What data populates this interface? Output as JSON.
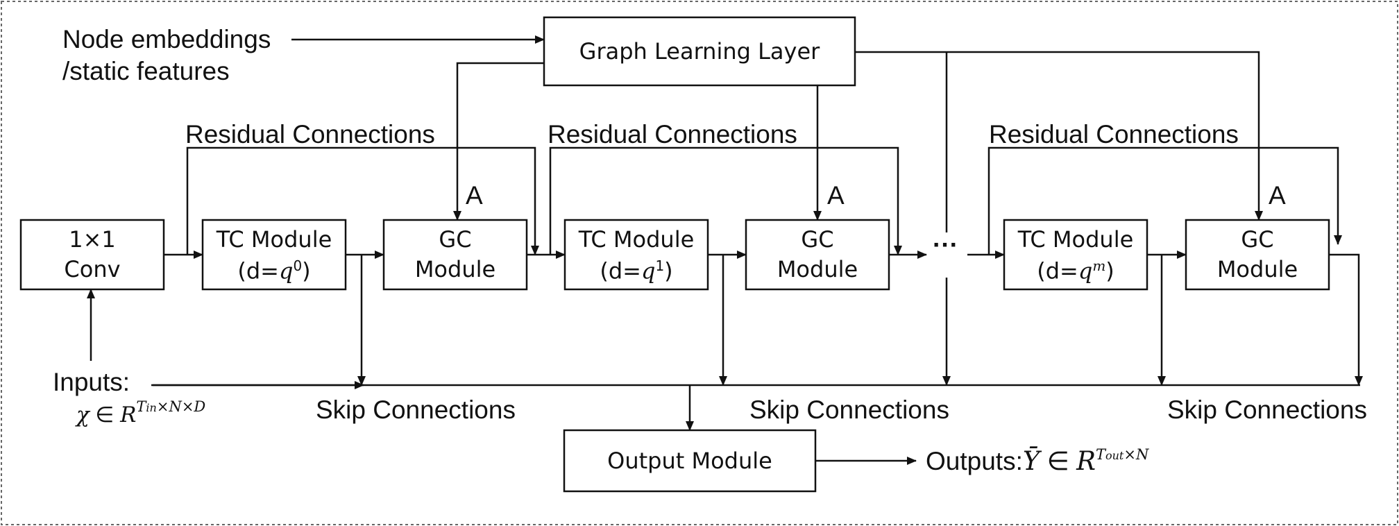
{
  "labels": {
    "node_embeddings": "Node embeddings",
    "static_features": "/static features",
    "residual": "Residual Connections",
    "adjacency": "A",
    "ellipsis": "···",
    "inputs": "Inputs:",
    "skip": "Skip Connections",
    "outputs": "Outputs:"
  },
  "blocks": {
    "graph_learning": "Graph Learning Layer",
    "conv_line1": "1×1",
    "conv_line2": "Conv",
    "tc": "TC Module",
    "gc_line1": "GC",
    "gc_line2": "Module",
    "dilation_prefix": "(d=",
    "q": "q",
    "exp_0": "0",
    "exp_1": "1",
    "exp_m": "m",
    "dilation_suffix": ")",
    "output": "Output Module"
  },
  "formulas": {
    "input_symbol": "χ",
    "output_symbol": "Ῡ",
    "element_of": "∈",
    "real_space": "R",
    "t": "T",
    "input_t_sub": "in",
    "input_dims": "×N×D",
    "output_t_sub": "out",
    "output_dims": "×N"
  }
}
